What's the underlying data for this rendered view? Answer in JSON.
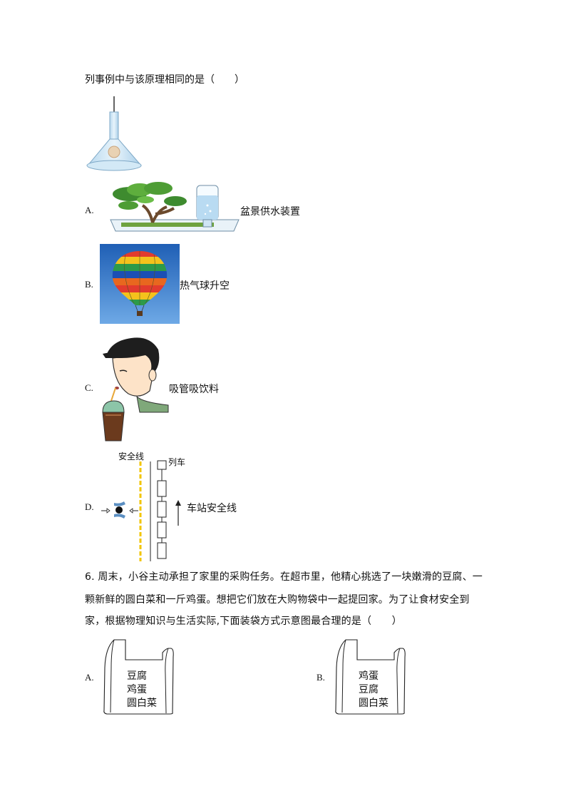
{
  "q5": {
    "stem_tail": "列事例中与该原理相同的是（　　）",
    "options": [
      {
        "label": "A.",
        "caption": "盆景供水装置"
      },
      {
        "label": "B.",
        "caption": "热气球升空"
      },
      {
        "label": "C.",
        "caption": "吸管吸饮料"
      },
      {
        "label": "D.",
        "caption": "车站安全线"
      }
    ],
    "station": {
      "safety_line_label": "安全线",
      "train_label": "列车"
    }
  },
  "q6": {
    "lines": [
      "6. 周末，小谷主动承担了家里的采购任务。在超市里，他精心挑选了一块嫩滑的豆腐、一",
      "颗新鲜的圆白菜和一斤鸡蛋。想把它们放在大购物袋中一起提回家。为了让食材安全到",
      "家，根据物理知识与生活实际,下面装袋方式示意图最合理的是（　　）"
    ],
    "options": [
      {
        "label": "A.",
        "items": [
          "豆腐",
          "鸡蛋",
          "圆白菜"
        ]
      },
      {
        "label": "B.",
        "items": [
          "鸡蛋",
          "豆腐",
          "圆白菜"
        ]
      }
    ]
  }
}
